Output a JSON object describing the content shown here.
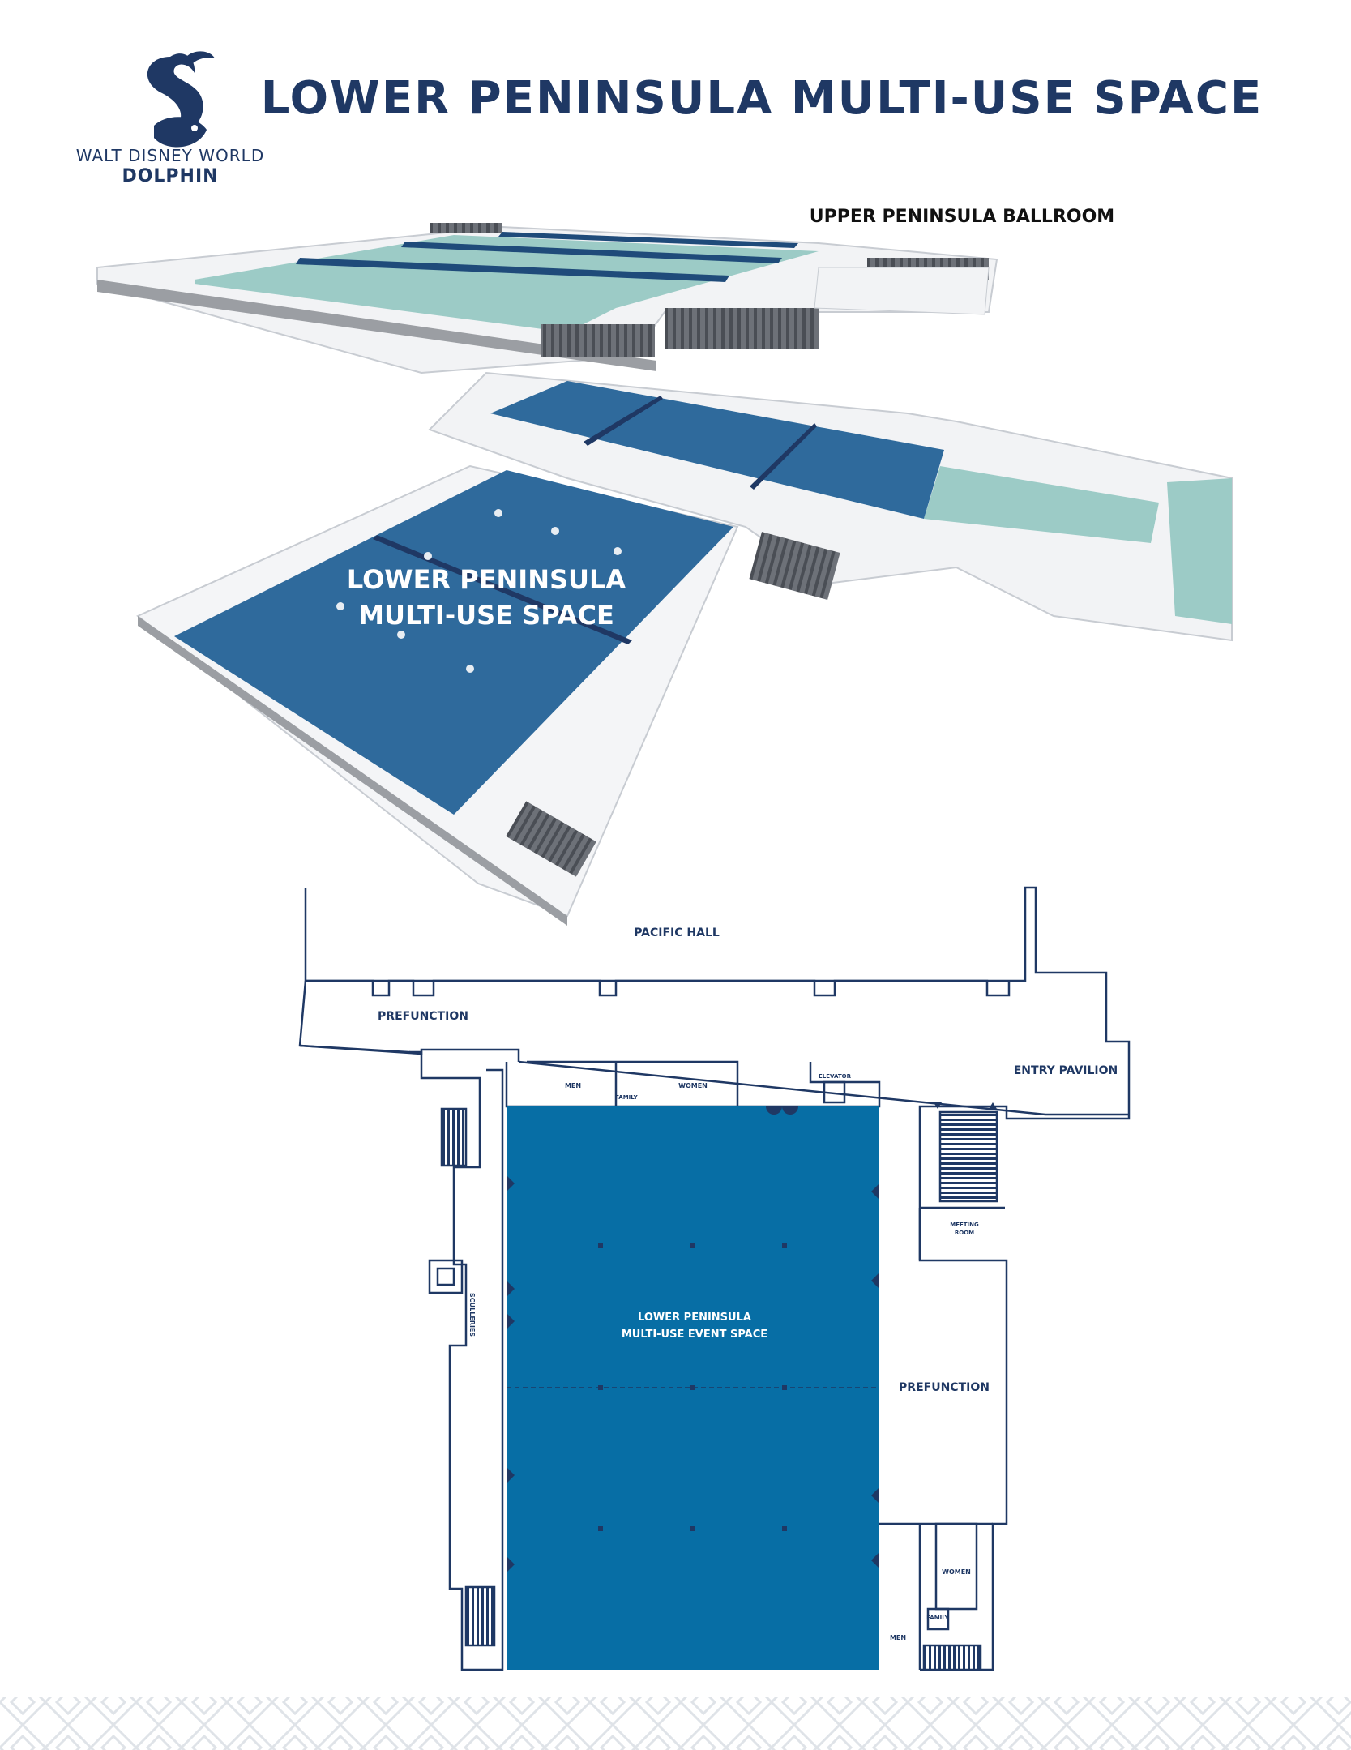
{
  "brand": {
    "line1": "WALT DISNEY WORLD",
    "line2": "DOLPHIN",
    "logo_icon": "dolphin-fish-logo-icon"
  },
  "title": "LOWER PENINSULA MULTI-USE SPACE",
  "colors": {
    "navy": "#1f3864",
    "room_blue": "#076ea5",
    "room_blue_3d": "#2f6a9c",
    "ballroom_teal": "#9ccbc6",
    "wall_gray": "#9b9ea3",
    "floor_white": "#f4f5f7",
    "accent_cyan": "#29a8de",
    "pattern_gray": "#dfe3e8"
  },
  "isometric_view": {
    "upper_label": "UPPER PENINSULA BALLROOM",
    "lower_label_line1": "LOWER PENINSULA",
    "lower_label_line2": "MULTI-USE SPACE"
  },
  "floor_plan": {
    "pacific_hall": "PACIFIC HALL",
    "prefunction_top": "PREFUNCTION",
    "entry_pavilion": "ENTRY PAVILION",
    "men_top": "MEN",
    "family_top": "FAMILY",
    "women_top": "WOMEN",
    "elevator": "ELEVATOR",
    "meeting_room_line1": "MEETING",
    "meeting_room_line2": "ROOM",
    "sculleries": "SCULLERIES",
    "main_room_line1": "LOWER PENINSULA",
    "main_room_line2": "MULTI-USE EVENT SPACE",
    "prefunction_right": "PREFUNCTION",
    "women_bottom": "WOMEN",
    "family_bottom": "FAMILY",
    "men_bottom": "MEN"
  }
}
